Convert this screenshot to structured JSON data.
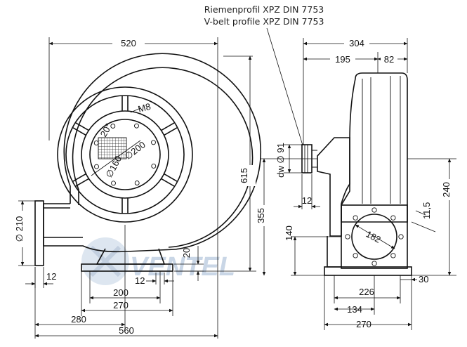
{
  "caption": {
    "de": "Riemenprofil XPZ DIN 7753",
    "en": "V-belt profile XPZ DIN 7753"
  },
  "watermark": "VENTEL",
  "front_view": {
    "width_top": "520",
    "height": "615",
    "height_inlet": "355",
    "outlet_diameter": "∅ 210",
    "outlet_flange": "12",
    "foot_height": "20",
    "foot_flange": "12",
    "foot_holes": "200",
    "foot_width": "270",
    "to_axis": "280",
    "overall_width": "560",
    "bolt_thread": "M8",
    "hole_angle": "20°",
    "bolt_circle": "∅200",
    "inlet_diameter": "∅160"
  },
  "side_view": {
    "overall_depth": "304",
    "depth_to_axis": "195",
    "axis_to_back": "82",
    "pulley_label": "dw ∅ 91",
    "pulley_flange": "12",
    "height_pulley": "240",
    "height_outlet": "140",
    "slot": "11,5",
    "outlet_bolt_circle": "182",
    "foot_holes": "226",
    "foot_offset": "134",
    "foot_width": "270",
    "foot_edge": "30"
  }
}
